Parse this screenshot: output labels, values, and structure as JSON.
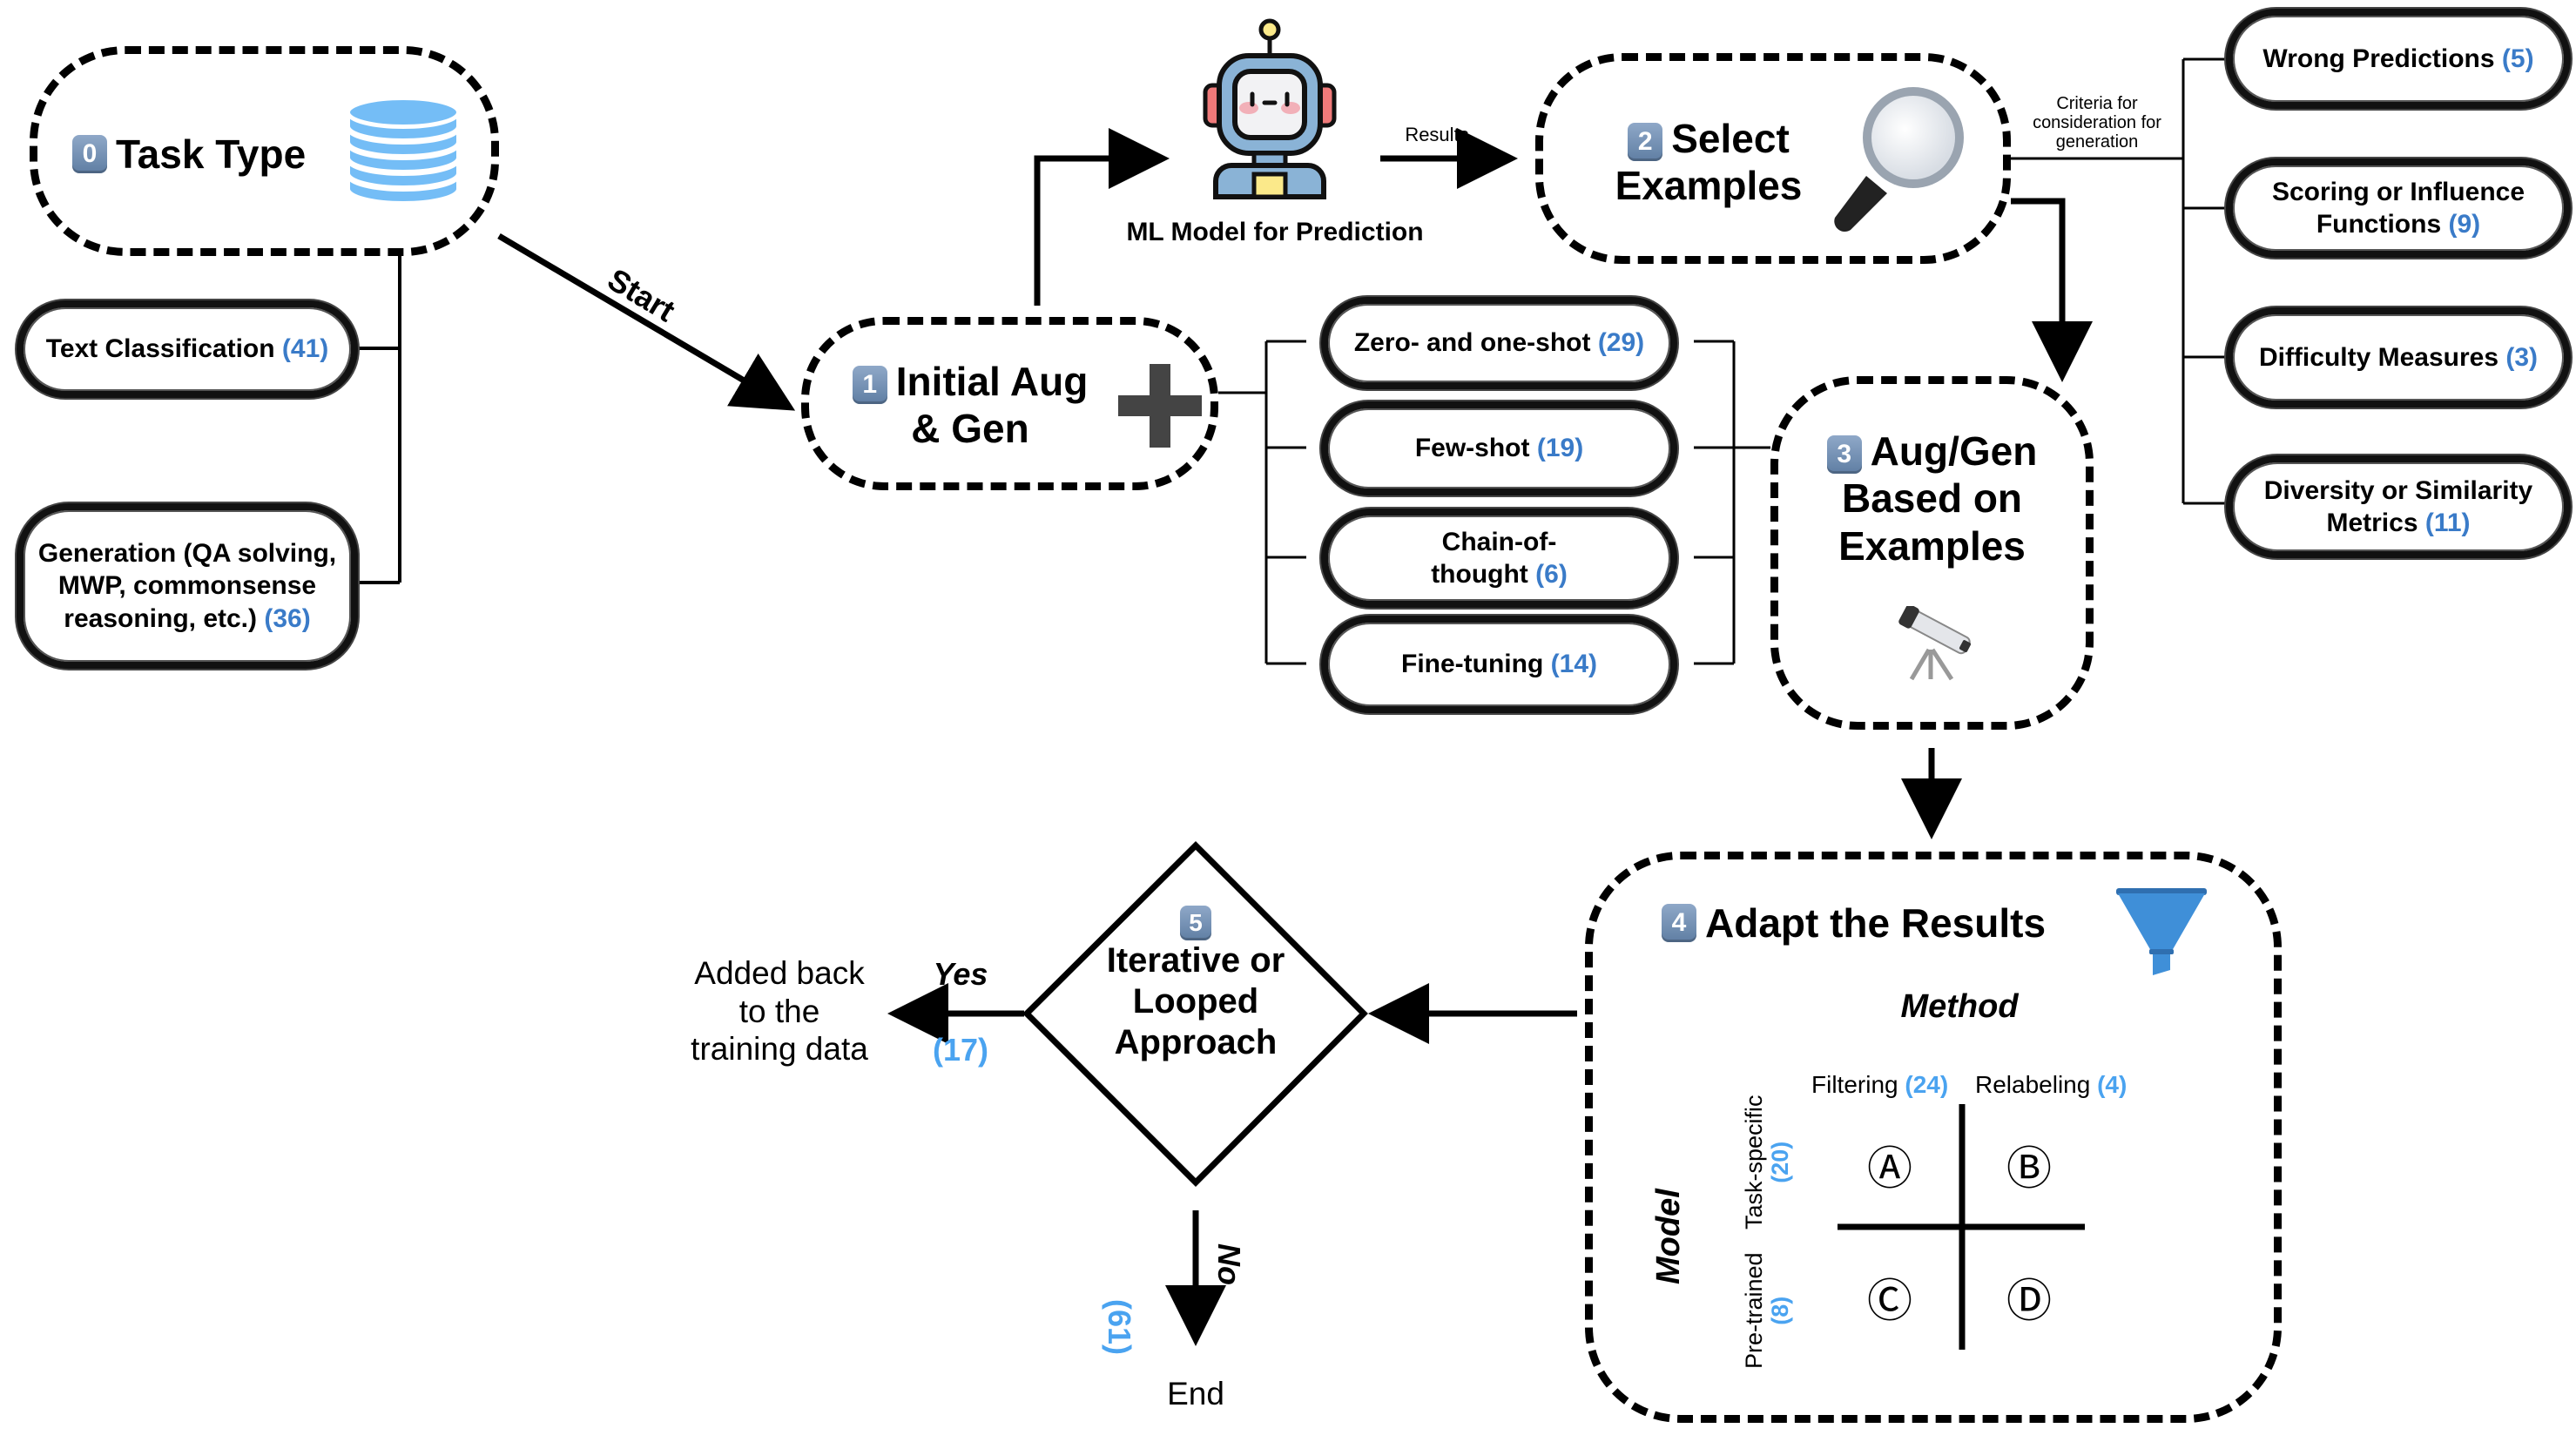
{
  "steps": {
    "task_type": {
      "number": "0",
      "title": "Task Type",
      "icon": "database-icon"
    },
    "initial": {
      "number": "1",
      "title_line1": "Initial Aug",
      "title_line2": "& Gen",
      "icon": "plus-icon"
    },
    "select": {
      "number": "2",
      "title_line1": "Select",
      "title_line2": "Examples",
      "icon": "magnifier-icon"
    },
    "auggen": {
      "number": "3",
      "title_line1": "Aug/Gen",
      "title_line2": "Based on",
      "title_line3": "Examples",
      "icon": "telescope-icon"
    },
    "adapt": {
      "number": "4",
      "title": "Adapt the Results",
      "icon": "funnel-icon"
    },
    "iterative": {
      "number": "5",
      "title_line1": "Iterative or",
      "title_line2": "Looped",
      "title_line3": "Approach"
    }
  },
  "task_types": [
    {
      "label": "Text Classification",
      "count": "(41)"
    },
    {
      "label_line1": "Generation (QA solving,",
      "label_line2": "MWP, commonsense",
      "label_line3": "reasoning, etc.)",
      "count": "(36)"
    }
  ],
  "methods": [
    {
      "label": "Zero- and one-shot",
      "count": "(29)"
    },
    {
      "label": "Few-shot",
      "count": "(19)"
    },
    {
      "label_line1": "Chain-of-",
      "label_line2": "thought",
      "count": "(6)"
    },
    {
      "label": "Fine-tuning",
      "count": "(14)"
    }
  ],
  "criteria": {
    "label_line1": "Criteria for",
    "label_line2": "consideration for",
    "label_line3": "generation",
    "items": [
      {
        "label": "Wrong Predictions",
        "count": "(5)"
      },
      {
        "label_line1": "Scoring or Influence",
        "label_line2": "Functions",
        "count": "(9)"
      },
      {
        "label": "Difficulty Measures",
        "count": "(3)"
      },
      {
        "label_line1": "Diversity or Similarity",
        "label_line2": "Metrics",
        "count": "(11)"
      }
    ]
  },
  "model": {
    "label": "ML Model for Prediction",
    "icon": "robot-icon"
  },
  "edges": {
    "start": "Start",
    "results": "Results",
    "yes": "Yes",
    "yes_count": "(17)",
    "no": "No",
    "no_count": "(61)",
    "added_back_line1": "Added back",
    "added_back_line2": "to the",
    "added_back_line3": "training data",
    "end": "End"
  },
  "adapt_matrix": {
    "method_axis": "Method",
    "model_axis": "Model",
    "columns": [
      {
        "label": "Filtering",
        "count": "(24)"
      },
      {
        "label": "Relabeling",
        "count": "(4)"
      }
    ],
    "rows": [
      {
        "label": "Task-specific",
        "count": "(20)"
      },
      {
        "label": "Pre-trained",
        "count": "(8)"
      }
    ],
    "cells": [
      "Ⓐ",
      "Ⓑ",
      "Ⓒ",
      "Ⓓ"
    ]
  },
  "colors": {
    "count_blue": "#3a7bc8",
    "count_light_blue": "#4aa3f0",
    "database_blue": "#74bdf6",
    "funnel_blue": "#3f8fd8",
    "keycap": "#6f8db3"
  }
}
